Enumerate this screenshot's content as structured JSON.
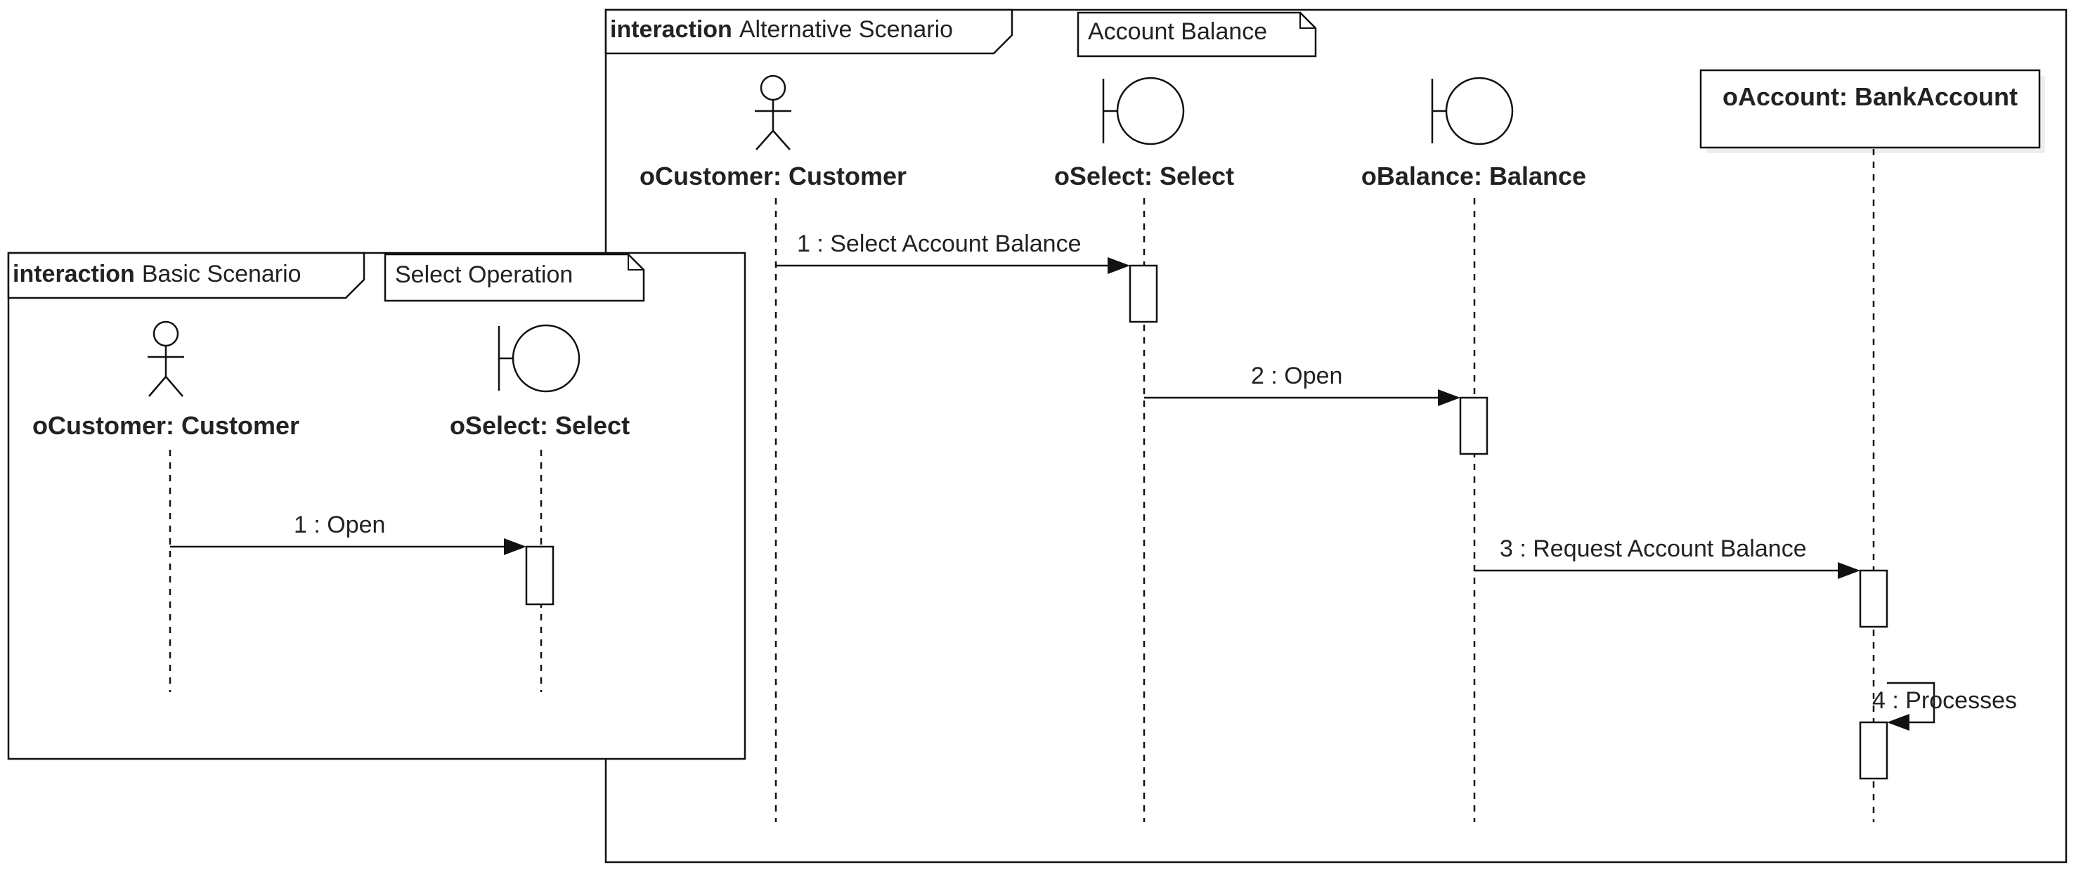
{
  "frames": {
    "alternative": {
      "keyword": "interaction",
      "name": "Alternative Scenario",
      "note": "Account Balance",
      "lifelines": {
        "customer": {
          "label": "oCustomer: Customer",
          "kind": "actor"
        },
        "select": {
          "label": "oSelect: Select",
          "kind": "boundary"
        },
        "balance": {
          "label": "oBalance: Balance",
          "kind": "boundary"
        },
        "account": {
          "label": "oAccount: BankAccount",
          "kind": "object"
        }
      },
      "messages": {
        "m1": "1 : Select Account Balance",
        "m2": "2 : Open",
        "m3": "3 : Request Account Balance",
        "m4": "4 : Processes"
      }
    },
    "basic": {
      "keyword": "interaction",
      "name": "Basic Scenario",
      "note": "Select Operation",
      "lifelines": {
        "customer": {
          "label": "oCustomer: Customer",
          "kind": "actor"
        },
        "select": {
          "label": "oSelect: Select",
          "kind": "boundary"
        }
      },
      "messages": {
        "m1": "1 : Open"
      }
    }
  }
}
